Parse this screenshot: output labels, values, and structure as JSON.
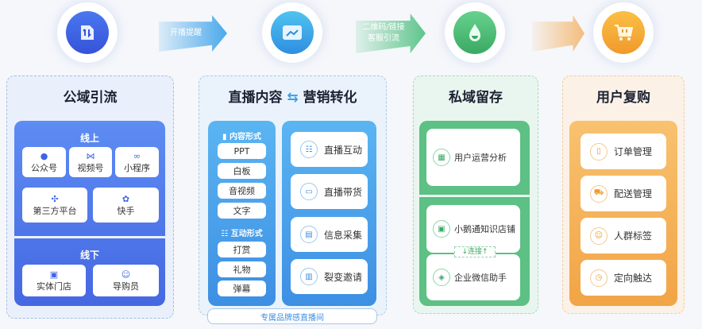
{
  "stages": [
    {
      "title": "公域引流",
      "icon": "document-icon",
      "color": "#3f63e6"
    },
    {
      "title_left": "直播内容",
      "swap_icon": "⇆",
      "title_right": "营销转化",
      "icon": "chart-monitor-icon",
      "color": "#3d9ee8"
    },
    {
      "title": "私域留存",
      "icon": "water-drop-icon",
      "color": "#4cbb74"
    },
    {
      "title": "用户复购",
      "icon": "shopping-cart-icon",
      "color": "#f3a23a"
    }
  ],
  "arrows": [
    {
      "label": "开播提醒",
      "color": "#4aa9ea"
    },
    {
      "label_line1": "二维码/链接",
      "label_line2": "客服引流",
      "color": "#5fc58b"
    },
    {
      "label": "",
      "color": "#f3bd7c"
    }
  ],
  "public": {
    "online_label": "线上",
    "online_items": [
      "公众号",
      "视频号",
      "小程序",
      "第三方平台",
      "快手"
    ],
    "offline_label": "线下",
    "offline_items": [
      "实体门店",
      "导购员"
    ]
  },
  "live": {
    "content_label": "内容形式",
    "content_items": [
      "PPT",
      "白板",
      "音视频",
      "文字"
    ],
    "interact_label": "互动形式",
    "interact_items": [
      "打赏",
      "礼物",
      "弹幕"
    ],
    "marketing_items": [
      "直播互动",
      "直播带货",
      "信息采集",
      "裂变邀请"
    ],
    "banner": "专属品牌感直播间"
  },
  "private": {
    "items": [
      "用户运营分析",
      "小鹅通知识店铺",
      "企业微信助手"
    ],
    "connect_label": "↓连接↑"
  },
  "repurchase": {
    "items": [
      "订单管理",
      "配送管理",
      "人群标签",
      "定向触达"
    ]
  }
}
